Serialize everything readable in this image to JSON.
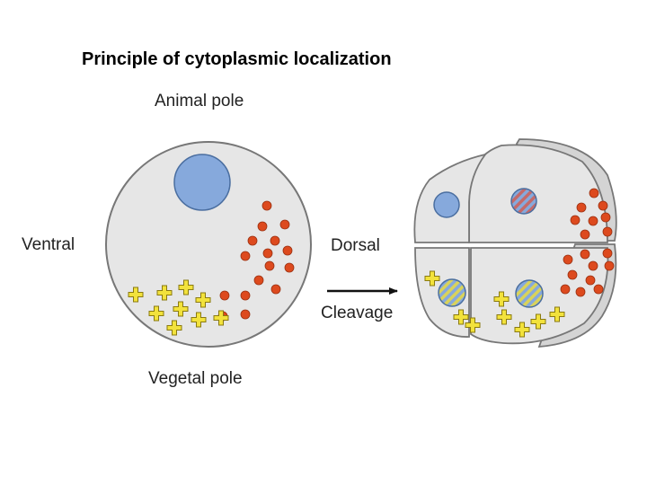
{
  "title": "Principle of cytoplasmic localization",
  "labels": {
    "animal_pole": "Animal pole",
    "vegetal_pole": "Vegetal pole",
    "ventral": "Ventral",
    "dorsal": "Dorsal",
    "cleavage": "Cleavage"
  },
  "colors": {
    "cell_fill": "#e6e6e6",
    "cell_stroke": "#777777",
    "nucleus": "#86a9dc",
    "red_dot": "#dd4a1e",
    "yellow_cross": "#f2e23c",
    "cross_outline": "#8a7a10",
    "striped_red": "#c46a6a",
    "striped_yellow": "#d9d35a"
  }
}
